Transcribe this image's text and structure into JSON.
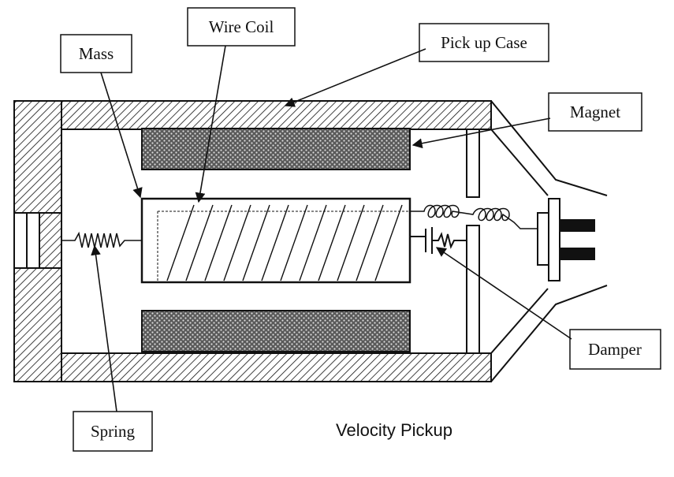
{
  "labels": {
    "mass": "Mass",
    "wire_coil": "Wire Coil",
    "pickup_case": "Pick up Case",
    "magnet": "Magnet",
    "damper": "Damper",
    "spring": "Spring"
  },
  "caption": "Velocity Pickup",
  "colors": {
    "line": "#111111",
    "background": "#ffffff"
  }
}
